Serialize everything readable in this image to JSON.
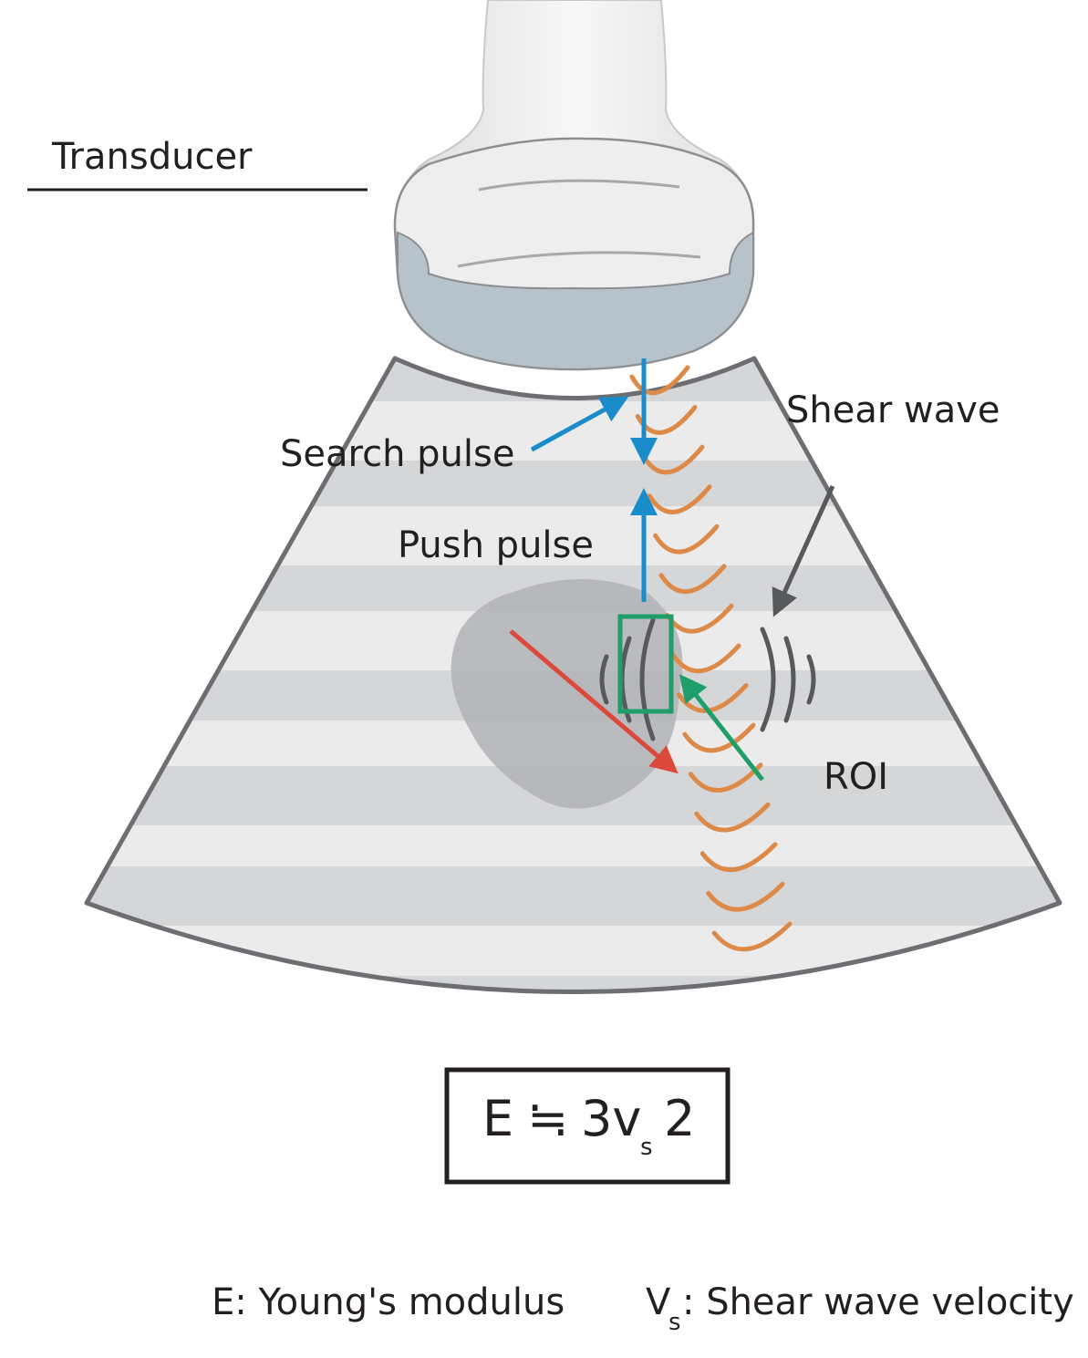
{
  "labels": {
    "transducer": "Transducer",
    "shear_wave": "Shear wave",
    "search_pulse": "Search pulse",
    "push_pulse": "Push pulse",
    "roi": "ROI"
  },
  "formula": {
    "lhs": "E",
    "relation": "≒",
    "coefficient": "3v",
    "subscript": "s",
    "exponent": "2"
  },
  "legend": {
    "young_modulus": "E: Young's modulus",
    "velocity_symbol": "V",
    "velocity_subscript": "s",
    "velocity_text": ": Shear wave velocity"
  },
  "colors": {
    "search_pulse": "#1b8ccb",
    "shear_wave": "#dd8a48",
    "push_arrow": "#d94a3a",
    "roi": "#1f9e6a",
    "pointer": "#58595b",
    "outline": "#6d6e71",
    "band_light": "#ebebeb",
    "band_dark": "#d5d6d8",
    "lesion": "#b2b3b6"
  }
}
